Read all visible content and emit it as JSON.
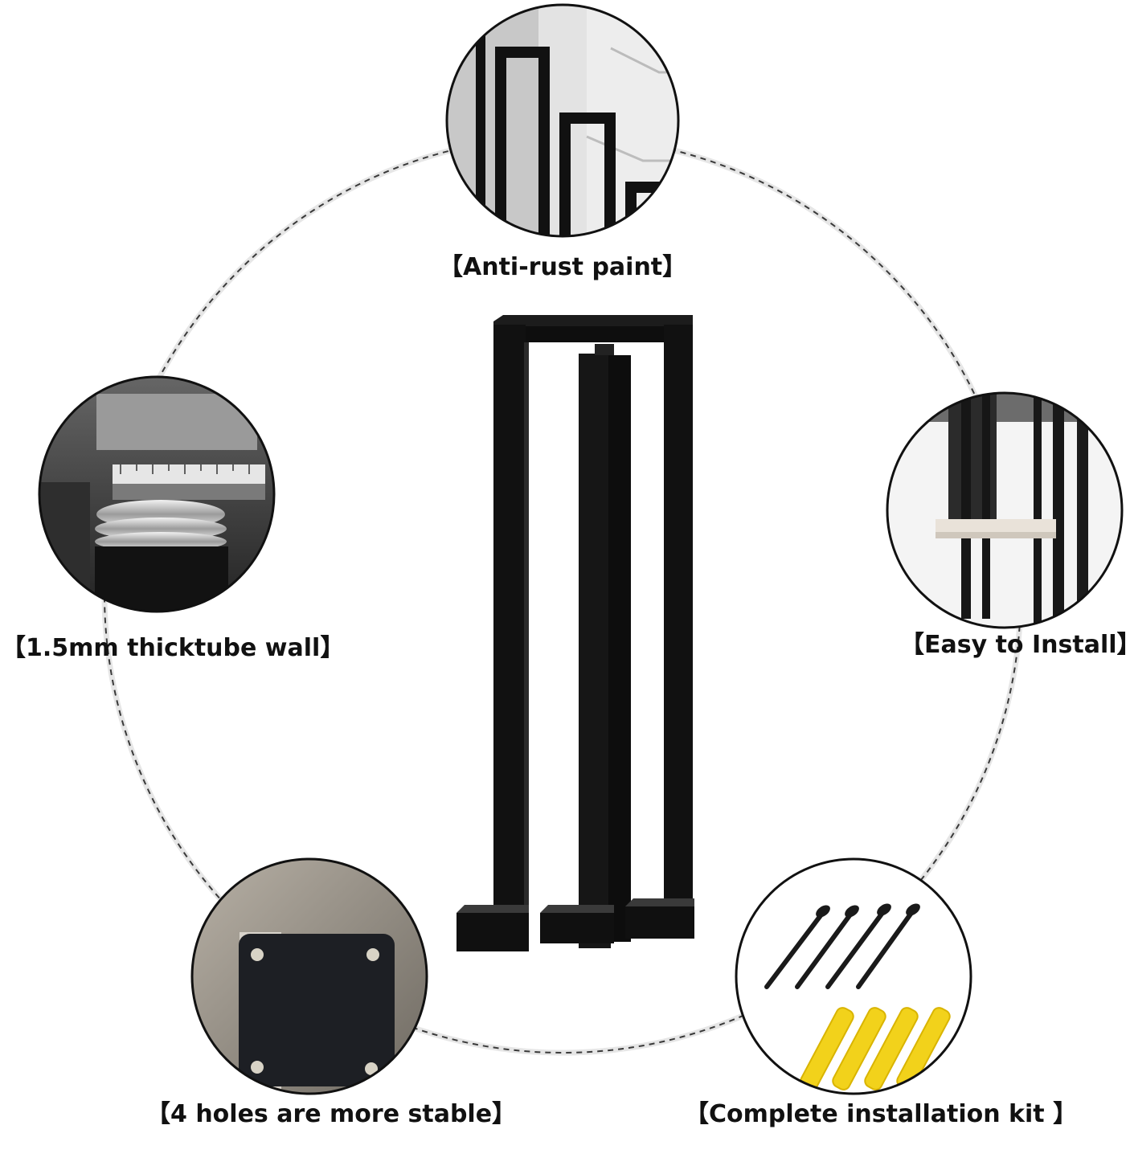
{
  "features": [
    {
      "id": "anti-rust",
      "label": "【Anti-rust paint】"
    },
    {
      "id": "tube-wall",
      "label": "【1.5mm thicktube wall】"
    },
    {
      "id": "easy-install",
      "label": "【Easy to Install】"
    },
    {
      "id": "four-holes",
      "label": "【4 holes are more stable】"
    },
    {
      "id": "install-kit",
      "label": "【Complete installation kit 】"
    }
  ],
  "colors": {
    "background": "#ffffff",
    "dashed_ring": "#444444",
    "bracket": "#111111",
    "anchor_yellow": "#f2d21b"
  }
}
